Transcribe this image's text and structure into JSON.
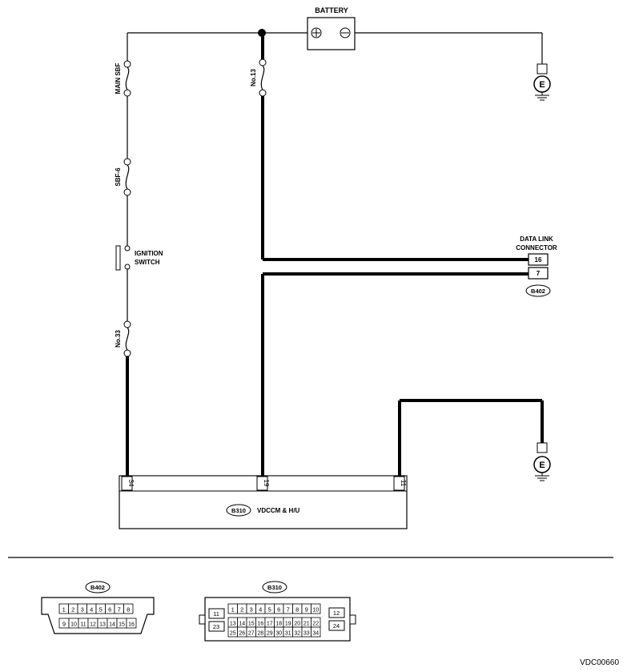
{
  "battery": {
    "label": "BATTERY",
    "plus_symbol": "+",
    "minus_symbol": "−"
  },
  "fuses": {
    "main_sbf": "MAIN SBF",
    "sbf6": "SBF-6",
    "no13": "No.13",
    "no33": "No.33"
  },
  "ignition_switch": {
    "line1": "IGNITION",
    "line2": "SWITCH"
  },
  "ground_symbol_label": "E",
  "data_link_connector": {
    "line1": "DATA LINK",
    "line2": "CONNECTOR",
    "pins": [
      "16",
      "7"
    ],
    "id": "B402"
  },
  "vdccm": {
    "id": "B310",
    "name": "VDCCM & H/U",
    "pins": [
      "34",
      "19",
      "11"
    ]
  },
  "b402_face": {
    "id": "B402",
    "row1": [
      "1",
      "2",
      "3",
      "4",
      "5",
      "6",
      "7",
      "8"
    ],
    "row2": [
      "9",
      "10",
      "11",
      "12",
      "13",
      "14",
      "15",
      "16"
    ]
  },
  "b310_face": {
    "id": "B310",
    "row1": [
      "1",
      "2",
      "3",
      "4",
      "5",
      "6",
      "7",
      "8",
      "9",
      "10"
    ],
    "row2": [
      "13",
      "14",
      "15",
      "16",
      "17",
      "18",
      "19",
      "20",
      "21",
      "22"
    ],
    "row3": [
      "25",
      "26",
      "27",
      "28",
      "29",
      "30",
      "31",
      "32",
      "33",
      "34"
    ],
    "left_pins": [
      "11",
      "23"
    ],
    "right_pins": [
      "12",
      "24"
    ]
  },
  "figure_code": "VDC00660"
}
